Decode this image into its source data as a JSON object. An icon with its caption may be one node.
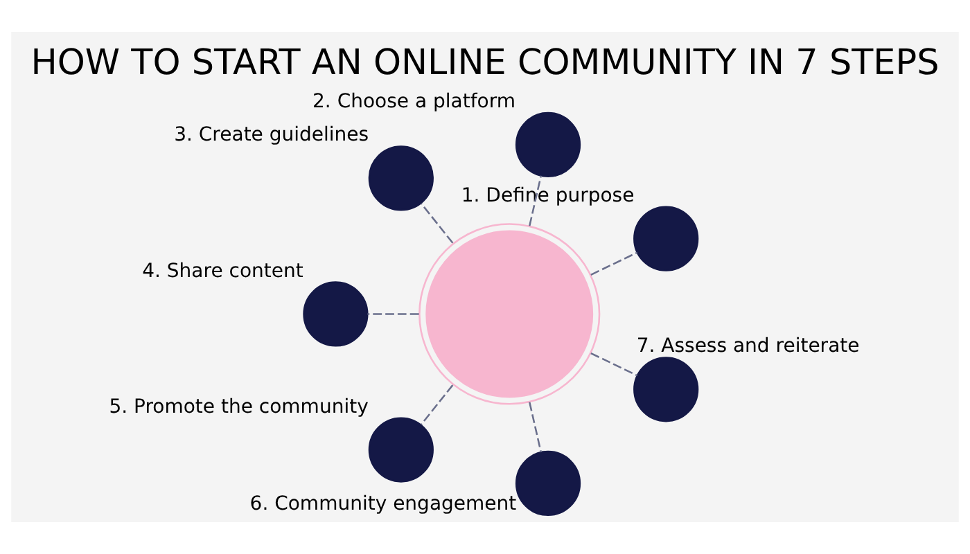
{
  "diagram": {
    "title": "HOW TO START AN ONLINE COMMUNITY IN 7 STEPS",
    "nodes": [
      {
        "text": [],
        "shape": "cloud"
      },
      {
        "text": [],
        "shape": "circle",
        "beside": [
          "1. Define purpose"
        ]
      },
      {
        "text": [],
        "shape": "circle",
        "beside": [
          "2. Choose a platform"
        ]
      },
      {
        "text": [],
        "shape": "circle",
        "beside": [
          "3. Create guidelines"
        ]
      },
      {
        "text": [],
        "shape": "circle",
        "beside": [
          "4. Share content"
        ]
      },
      {
        "text": [],
        "shape": "circle",
        "beside": [
          "5. Promote the community"
        ]
      },
      {
        "text": [],
        "shape": "circle",
        "beside": [
          "6. Community engagement"
        ]
      },
      {
        "text": [],
        "shape": "circle",
        "beside": [
          "7. Assess and reiterate"
        ]
      }
    ],
    "edges": [
      {
        "from": 0,
        "to": 1,
        "arrow": "none",
        "style": "dashed"
      },
      {
        "from": 0,
        "to": 2,
        "arrow": "none",
        "style": "dashed"
      },
      {
        "from": 0,
        "to": 3,
        "arrow": "none",
        "style": "dashed"
      },
      {
        "from": 0,
        "to": 4,
        "arrow": "none",
        "style": "dashed"
      },
      {
        "from": 0,
        "to": 5,
        "arrow": "none",
        "style": "dashed"
      },
      {
        "from": 0,
        "to": 6,
        "arrow": "none",
        "style": "dashed"
      },
      {
        "from": 0,
        "to": 7,
        "arrow": "none",
        "style": "dashed"
      }
    ]
  }
}
